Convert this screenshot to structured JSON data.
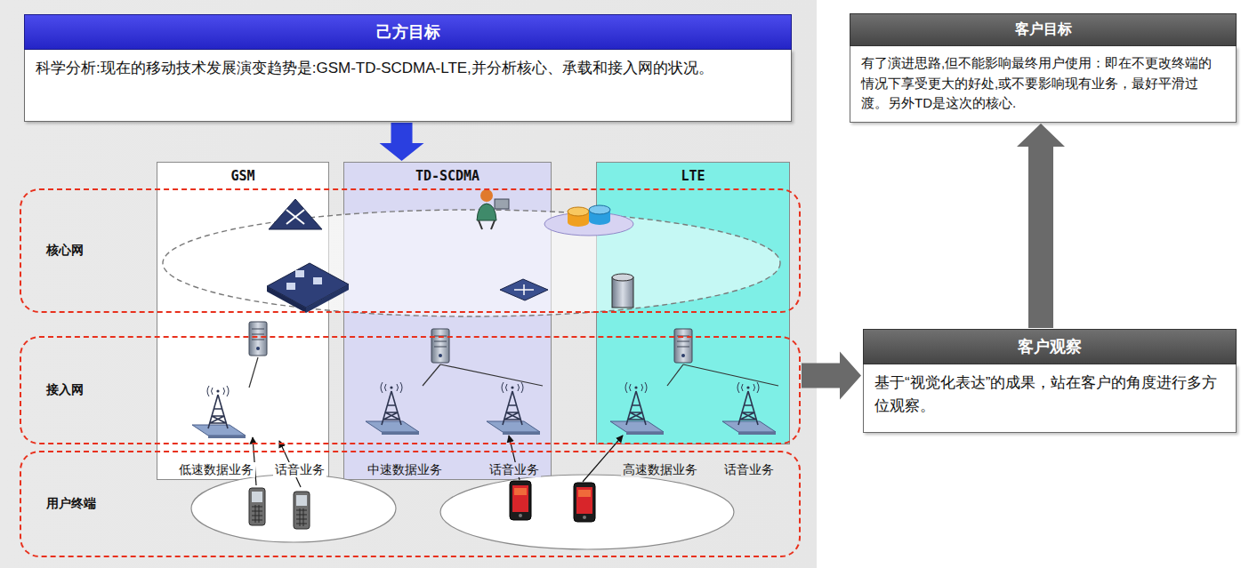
{
  "diagram": {
    "nodes": [
      {
        "text": [
          "己方目标",
          "科学分析:现在的移动技术发展演变趋势是:GSM-TD-SCDMA-LTE,并分析核心、承载和接入网的状况。"
        ]
      },
      {
        "text": [
          "GSM"
        ]
      },
      {
        "text": [
          "TD-SCDMA"
        ]
      },
      {
        "text": [
          "LTE"
        ]
      },
      {
        "text": [
          "核心网"
        ]
      },
      {
        "text": [
          "接入网"
        ]
      },
      {
        "text": [
          "用户终端"
        ]
      },
      {
        "text": [
          "客户观察",
          "基于“视觉化表达”的成果，站在客户的角度进行多方位观察。"
        ]
      },
      {
        "text": [
          "客户目标",
          "有了演进思路,但不能影响最终用户使用：即在不更改终端的情况下享受更大的好处,或不要影响现有业务，最好平滑过渡。另外TD是这次的核心."
        ]
      }
    ],
    "edges": [
      {
        "from": 0,
        "to": 2,
        "arrow": "to"
      },
      {
        "from": 5,
        "to": 7,
        "arrow": "to"
      },
      {
        "from": 7,
        "to": 8,
        "arrow": "to"
      }
    ],
    "labels": [
      "低速数据业务",
      "话音业务",
      "中速数据业务",
      "话音业务",
      "高速数据业务",
      "话音业务"
    ]
  }
}
